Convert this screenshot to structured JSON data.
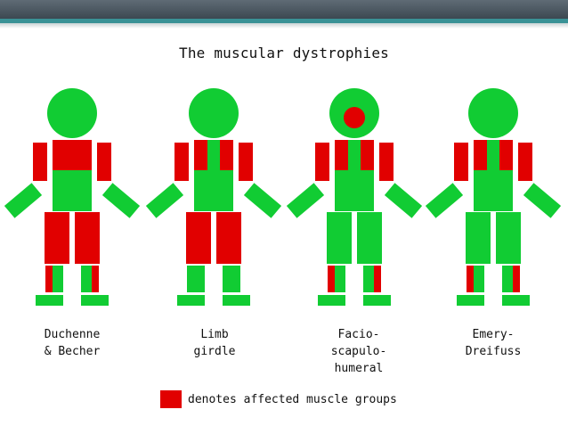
{
  "title": "The muscular dystrophies",
  "colors": {
    "affected": "#e10000",
    "unaffected": "#11cc33",
    "header": "#4a5660",
    "accent": "#3a9296"
  },
  "figures": [
    {
      "id": "duchenne",
      "label": "Duchenne\n& Becher",
      "affected": [
        "upper-arm-left",
        "upper-arm-right",
        "chest",
        "thigh-left",
        "thigh-right",
        "calf-left-outer",
        "calf-right-outer"
      ]
    },
    {
      "id": "limb",
      "label": "Limb\ngirdle",
      "affected": [
        "upper-arm-left",
        "upper-arm-right",
        "shoulder-left",
        "shoulder-right",
        "thigh-left",
        "thigh-right"
      ]
    },
    {
      "id": "facio",
      "label": "Facio-\nscapulo-\nhumeral",
      "affected": [
        "face",
        "upper-arm-left",
        "upper-arm-right",
        "shoulder-left",
        "shoulder-right",
        "calf-left-outer",
        "calf-right-outer"
      ]
    },
    {
      "id": "emery",
      "label": "Emery-\nDreifuss",
      "affected": [
        "upper-arm-left",
        "upper-arm-right",
        "shoulder-left",
        "shoulder-right",
        "calf-left-outer",
        "calf-right-outer"
      ]
    }
  ],
  "legend": {
    "text": "denotes affected muscle groups"
  }
}
